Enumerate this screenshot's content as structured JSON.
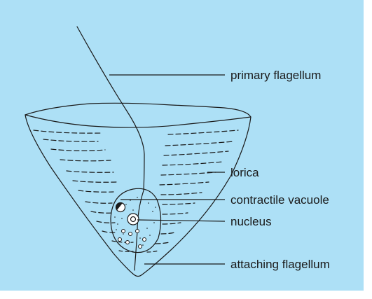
{
  "colors": {
    "background": "#ade0f6",
    "ink": "#1a1a1a"
  },
  "labels": {
    "primary_flagellum": "primary flagellum",
    "lorica": "lorica",
    "contractile_vacuole": "contractile vacuole",
    "nucleus": "nucleus",
    "attaching_flagellum": "attaching flagellum"
  }
}
